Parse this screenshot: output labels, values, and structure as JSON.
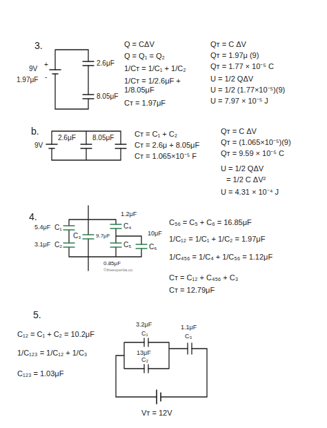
{
  "diagram": {
    "labels": [
      "3.",
      "9V",
      "1.97μF",
      "+",
      "-",
      "2.6μF",
      "8.05μF",
      "Q = CΔV",
      "Q = Q₁ = Q₂",
      "1/Cᴛ = 1/C₁ + 1/C₂",
      "1/Cᴛ = 1/2.6μF + 1/8.05μF",
      "Cᴛ = 1.97μF",
      "Qᴛ = C ΔV",
      "Qᴛ = 1.97μ (9)",
      "Qᴛ = 1.77 × 10⁻⁵ C",
      "U = 1/2 QΔV",
      "U = 1/2 (1.77×10⁻⁵)(9)",
      "U = 7.97 × 10⁻⁵ J",
      "b.",
      "9V",
      "2.6μF",
      "8.05μF",
      "Cᴛ = C₁ + C₂",
      "Cᴛ = 2.6μ + 8.05μF",
      "Cᴛ = 1.065×10⁻⁵ F",
      "Qᴛ = C ΔV",
      "Qᴛ = (1.065×10⁻⁵)(9)",
      "Qᴛ = 9.59 × 10⁻⁵ C",
      "U = 1/2 QΔV",
      "= 1/2 C ΔV²",
      "U = 4.31 × 10⁻⁴ J",
      "4.",
      "5.4μF",
      "C₁",
      "C₃",
      "9.7μF",
      "1.2μF",
      "C₄",
      "C₅",
      "C₆",
      "10μF",
      "3.1μF",
      "C₂",
      "0.85μF",
      "©theexpertta.co",
      "C₅₆ = C₅ + C₆ = 16.85μF",
      "1/C₁₂ = 1/C₁ + 1/C₂ = 1.97μF",
      "1/C₄₅₆ = 1/C₄ + 1/C₅₆ = 1.12μF",
      "Cᴛ = C₁₂ + C₄₅₆ + C₃",
      "Cᴛ = 12.79μF",
      "5.",
      "C₁₂ = C₁ + C₂ = 10.2μF",
      "1/C₁₂₃ = 1/C₁₂ + 1/C₃",
      "C₁₂₃ = 1.03μF",
      "3.2μF",
      "C₁",
      "13μF",
      "C₂",
      "1.1μF",
      "C₃",
      "Vᴛ = 12V"
    ]
  }
}
